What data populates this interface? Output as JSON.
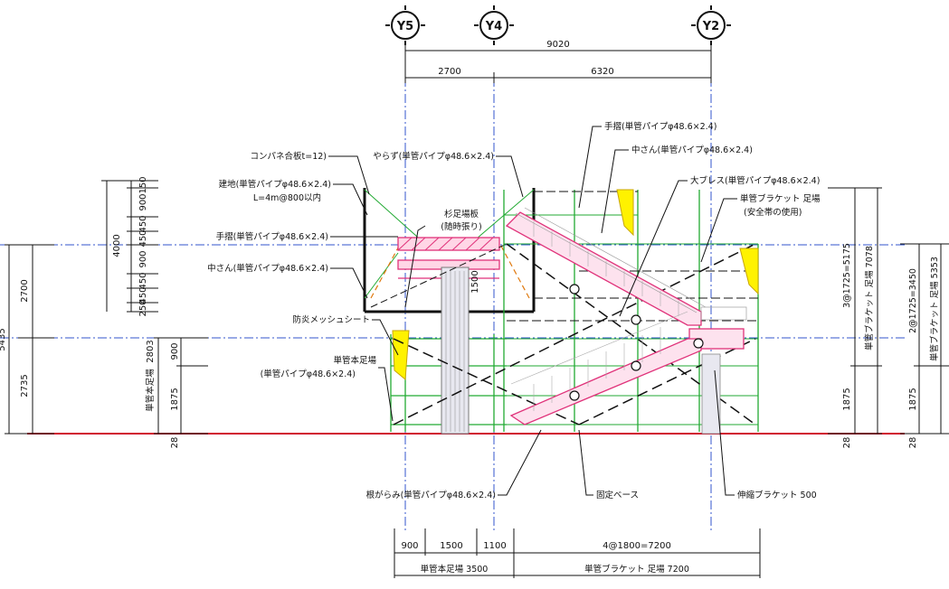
{
  "grid_axes": {
    "y5": "Y5",
    "y4": "Y4",
    "y2": "Y2"
  },
  "top_dims": {
    "total": "9020",
    "left": "2700",
    "right": "6320"
  },
  "callouts": {
    "konpane": "コンパネ合板t=12)",
    "tateji": "建地(単管パイプφ48.6×2.4)",
    "tateji_sub": "L=4m@800以内",
    "tesuri_left": "手摺(単管パイプφ48.6×2.4)",
    "nakasan_left": "中さん(単管パイプφ48.6×2.4)",
    "yarazu": "やらず(単管パイプφ48.6×2.4)",
    "sugi": "杉足場板",
    "sugi_sub": "(随時張り)",
    "tesuri_right": "手摺(単管パイプφ48.6×2.4)",
    "nakasan_right": "中さん(単管パイプφ48.6×2.4)",
    "ohbrace": "大ブレス(単管パイプφ48.6×2.4)",
    "bracket": "単管ブラケット 足場",
    "bracket_sub": "(安全帯の使用)",
    "mesh": "防炎メッシュシート",
    "hon_ashiba": "単管本足場",
    "hon_ashiba_sub": "(単管パイプφ48.6×2.4)",
    "negarami": "根がらみ(単管パイプφ48.6×2.4)",
    "kotei": "固定ベース",
    "shinshuku": "伸縮ブラケット 500"
  },
  "left_dims": {
    "d150": "150",
    "d900a": "900",
    "d450a": "450",
    "d450b": "450",
    "d900b": "900",
    "d450c": "450",
    "d450d": "450",
    "d250": "250",
    "d4000": "4000",
    "d2700": "2700",
    "d2735": "2735",
    "d_partial": "5435",
    "d2803": "2803",
    "d900c": "900",
    "d1875": "1875",
    "d28": "28",
    "hon_label": "単管本足場",
    "d1500": "1500"
  },
  "right_dims": {
    "r5175": "3@1725=5175",
    "r7078": "単管ブラケット 足場 7078",
    "r1875": "1875",
    "r28": "28",
    "r3450": "2@1725=3450",
    "r5353": "単管ブラケット 足場 5353",
    "r1875b": "1875",
    "r28b": "28"
  },
  "bottom_dims": {
    "b900": "900",
    "b1500": "1500",
    "b1100": "1100",
    "b7200": "4@1800=7200",
    "hon_total": "単管本足場 3500",
    "bracket_total": "単管ブラケット 足場 7200"
  }
}
